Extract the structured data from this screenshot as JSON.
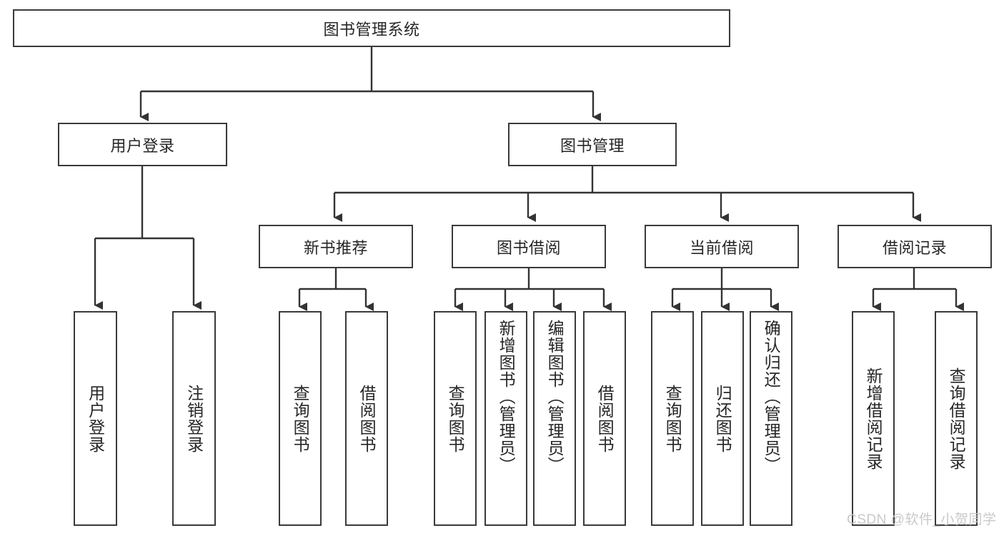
{
  "diagram": {
    "type": "tree-hierarchy",
    "title": "图书管理系统",
    "root": {
      "label": "图书管理系统"
    },
    "level2": [
      {
        "label": "用户登录"
      },
      {
        "label": "图书管理"
      }
    ],
    "level3": [
      {
        "label": "新书推荐"
      },
      {
        "label": "图书借阅"
      },
      {
        "label": "当前借阅"
      },
      {
        "label": "借阅记录"
      }
    ],
    "leaves": {
      "user_login": [
        {
          "label": "用户登录"
        },
        {
          "label": "注销登录"
        }
      ],
      "new_book_recommend": [
        {
          "label": "查询图书"
        },
        {
          "label": "借阅图书"
        }
      ],
      "book_borrow": [
        {
          "label": "查询图书"
        },
        {
          "label": "新增图书（管理员）"
        },
        {
          "label": "编辑图书（管理员）"
        },
        {
          "label": "借阅图书"
        }
      ],
      "current_borrow": [
        {
          "label": "查询图书"
        },
        {
          "label": "归还图书"
        },
        {
          "label": "确认归还（管理员）"
        }
      ],
      "borrow_records": [
        {
          "label": "新增借阅记录"
        },
        {
          "label": "查询借阅记录"
        }
      ]
    }
  },
  "watermark": {
    "text": "CSDN @软件_小贺同学"
  },
  "colors": {
    "box_border": "#3a3a3a",
    "text": "#262626",
    "line": "#333333",
    "background": "#ffffff",
    "watermark": "#c9c9c9"
  }
}
